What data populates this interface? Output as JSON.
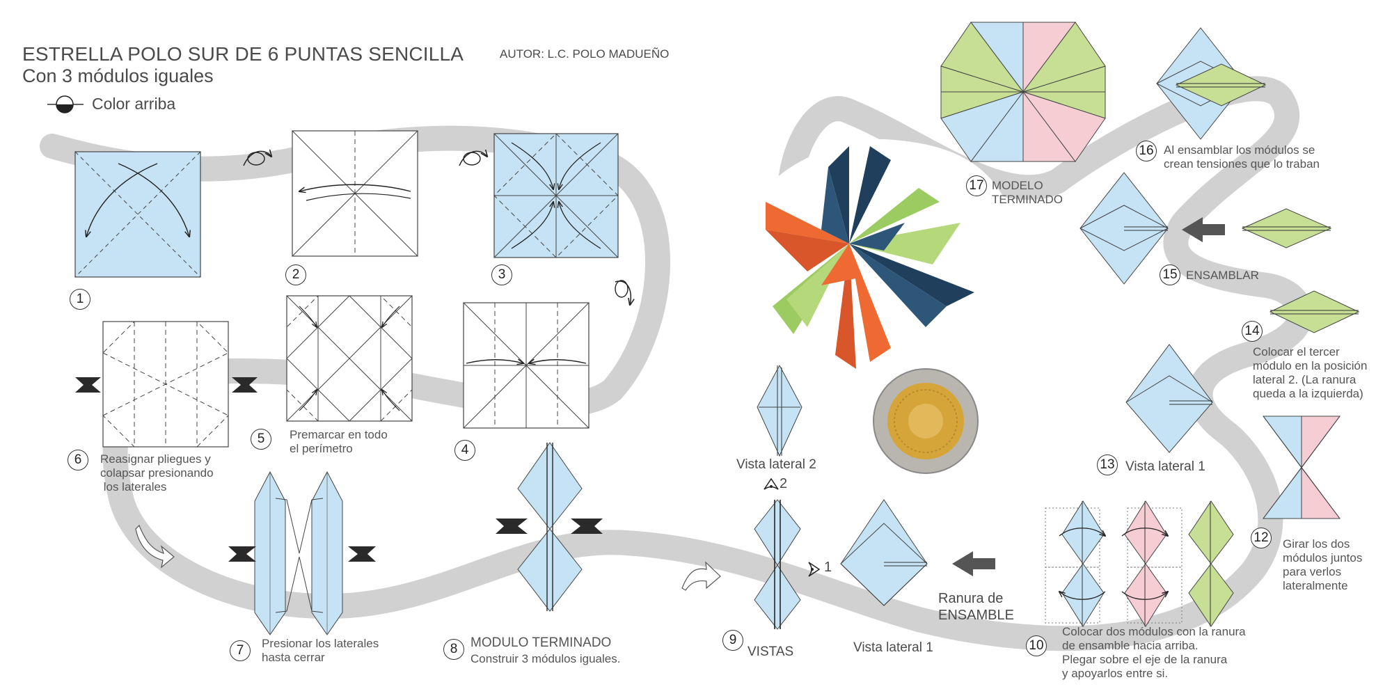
{
  "header": {
    "title": "ESTRELLA POLO SUR DE 6 PUNTAS SENCILLA",
    "subtitle": "Con 3 módulos iguales",
    "author": "AUTOR:  L.C. POLO  MADUEÑO",
    "legend_label": "Color arriba"
  },
  "steps": [
    {
      "n": "1",
      "caption": ""
    },
    {
      "n": "2",
      "caption": ""
    },
    {
      "n": "3",
      "caption": ""
    },
    {
      "n": "4",
      "caption": ""
    },
    {
      "n": "5",
      "caption": "Premarcar en todo\nel perímetro"
    },
    {
      "n": "6",
      "caption": "Reasignar pliegues y\ncolapsar presionando\n los laterales"
    },
    {
      "n": "7",
      "caption": "Presionar los laterales\nhasta cerrar"
    },
    {
      "n": "8",
      "caption": "MODULO TERMINADO",
      "caption2": "Construir 3 módulos iguales."
    },
    {
      "n": "9",
      "caption": "VISTAS"
    },
    {
      "n": "10",
      "caption": "Colocar dos módulos con la ranura\nde ensamble hacia arriba.\nPlegar sobre el eje de la ranura\ny apoyarlos entre si."
    },
    {
      "n": "12",
      "caption": "Girar los dos\nmódulos juntos\npara verlos\nlateralmente"
    },
    {
      "n": "13",
      "caption": "Vista lateral 1"
    },
    {
      "n": "14",
      "caption": "Colocar el tercer\nmódulo en la posición\nlateral 2. (La ranura\nqueda a la izquierda)"
    },
    {
      "n": "15",
      "caption": "ENSAMBLAR"
    },
    {
      "n": "16",
      "caption": "Al ensamblar los módulos se\ncrean tensiones que lo traban"
    },
    {
      "n": "17",
      "caption": "MODELO\nTERMINADO"
    }
  ],
  "views": {
    "lateral2": "Vista lateral 2",
    "lateral1": "Vista lateral 1",
    "eye2": "2",
    "eye1": "1",
    "ranura": "Ranura de\nENSAMBLE"
  },
  "colors": {
    "paper_blue": "#c5e3f4",
    "paper_pink": "#f6cdd2",
    "paper_green": "#c6df94",
    "path_gray": "#d1d1d1",
    "photo_orange": "#ef6a32",
    "photo_navy": "#1f3f5c",
    "photo_green": "#9ccb62",
    "coin_gold": "#d6a53a"
  },
  "icons": [
    "turn-over-icon",
    "push-arrow-icon",
    "eye-icon",
    "hollow-arrow-icon",
    "assemble-arrow-icon",
    "rotate-arrow-icon"
  ]
}
